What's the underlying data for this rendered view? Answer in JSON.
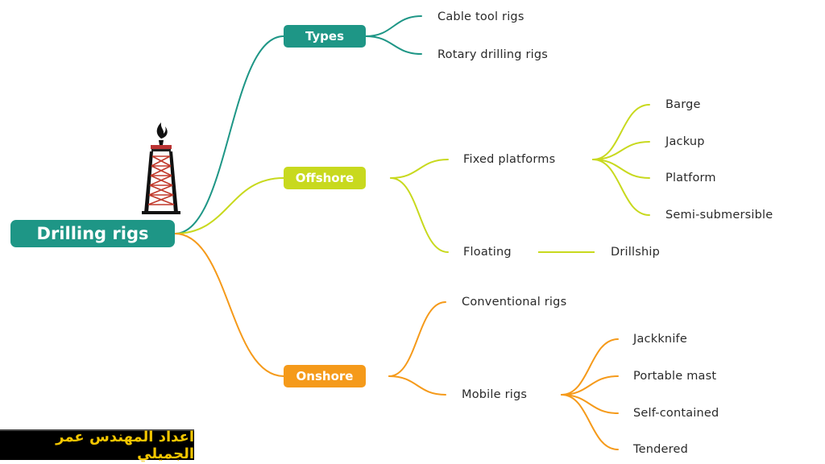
{
  "colors": {
    "root": "#1e9686",
    "types": "#1e9686",
    "offshore": "#c8d91e",
    "onshore": "#f59a1a",
    "credit_text": "#f3c600"
  },
  "icons": {
    "rig": "oil-derrick-icon"
  },
  "mindmap": {
    "root": "Drilling rigs",
    "types": {
      "label": "Types",
      "children": [
        "Cable tool rigs",
        "Rotary drilling rigs"
      ]
    },
    "offshore": {
      "label": "Offshore",
      "fixed": {
        "label": "Fixed platforms",
        "children": [
          "Barge",
          "Jackup",
          "Platform",
          "Semi-submersible"
        ]
      },
      "floating": {
        "label": "Floating",
        "children": [
          "Drillship"
        ]
      }
    },
    "onshore": {
      "label": "Onshore",
      "conventional": {
        "label": "Conventional rigs"
      },
      "mobile": {
        "label": "Mobile rigs",
        "children": [
          "Jackknife",
          "Portable mast",
          "Self-contained",
          "Tendered"
        ]
      }
    }
  },
  "credit": "اعداد المهندس عمر الجميلي"
}
